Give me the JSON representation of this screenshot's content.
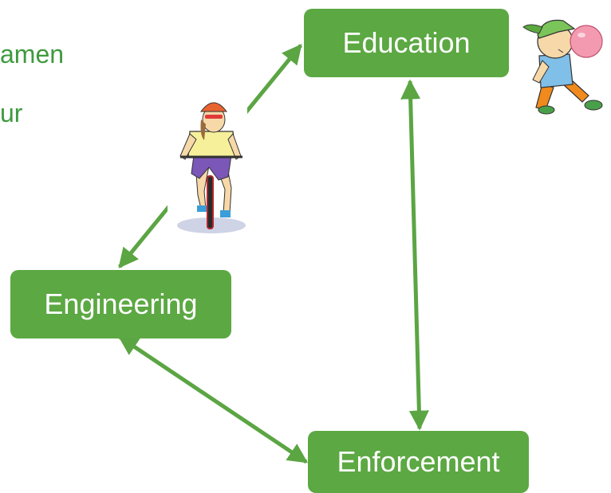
{
  "colors": {
    "box_fill": "#5ca843",
    "arrow": "#5ba543",
    "text_green": "#3e9a3e",
    "box_text": "#ffffff"
  },
  "background_text": {
    "line1": "amen",
    "line2": "ur"
  },
  "diagram": {
    "nodes": {
      "education": "Education",
      "engineering": "Engineering",
      "enforcement": "Enforcement"
    },
    "edges": [
      {
        "from": "engineering",
        "to": "education",
        "direction": "both"
      },
      {
        "from": "education",
        "to": "enforcement",
        "direction": "both"
      },
      {
        "from": "engineering",
        "to": "enforcement",
        "direction": "both"
      }
    ]
  },
  "illustrations": [
    "child-on-bicycle-illustration",
    "boy-blowing-bubblegum-illustration"
  ]
}
